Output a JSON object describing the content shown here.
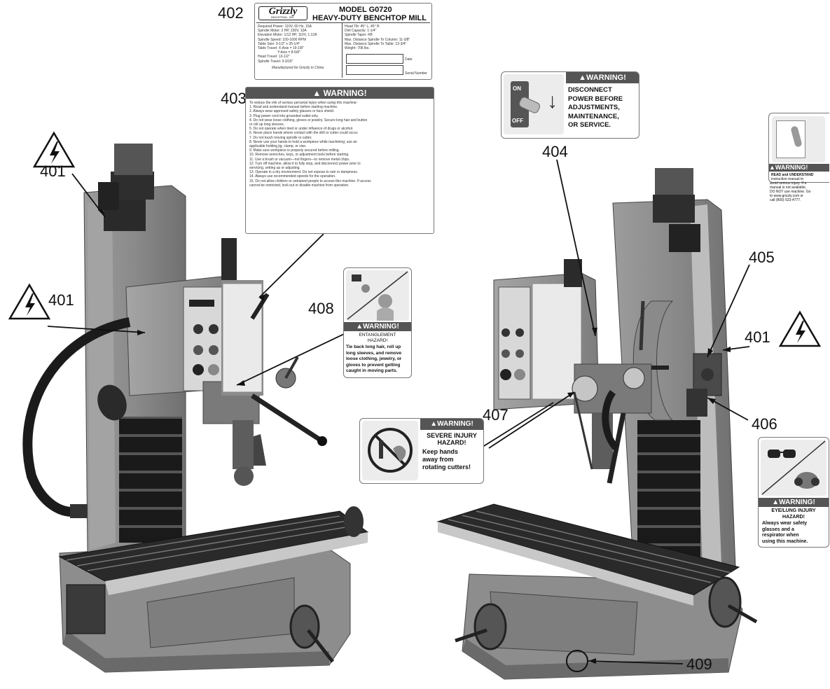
{
  "callouts": {
    "c401a": "401",
    "c401b": "401",
    "c401c": "401",
    "c402": "402",
    "c403": "403",
    "c404": "404",
    "c405": "405",
    "c406": "406",
    "c407": "407",
    "c408": "408",
    "c409": "409"
  },
  "id_label": {
    "brand": "Grizzly",
    "brand_sub": "INDUSTRIAL, INC.",
    "model": "MODEL G0720",
    "name": "HEAVY-DUTY BENCHTOP MILL",
    "left_specs": [
      "Required Power: 110V, 60 Hz, 15A",
      "Spindle Motor: 2 HP, 230V, 10A",
      "Elevation Motor: 1/12 HP, 110V, 1.12A",
      "Spindle Speed: 100-1600 RPM",
      "Table Size: 9-1/2\" x 35-1/4\"",
      "Table Travel: X-Axis = 19-1/8\"",
      "Y-Axis = 8-5/8\"",
      "Head Travel: 13-1/2\"",
      "Spindle Travel: 3-3/16\""
    ],
    "right_specs": [
      "Head Tilt: 45° L, 45° R",
      "Drill Capacity: 1-1/4\"",
      "Spindle Taper: R8",
      "Max. Distance Spindle To Column: 11-3/8\"",
      "Max. Distance Spindle To Table: 13-3/4\"",
      "Weight: 706 lbs."
    ],
    "made_in": "Manufactured for Grizzly in China",
    "date_label": "Date",
    "serial_label": "Serial Number"
  },
  "warn403": {
    "header": "WARNING!",
    "intro": "To reduce the risk of serious personal injury when using this machine:",
    "items": [
      "1. Read and understand manual before starting machine.",
      "2. Always wear approved safety glasses or face shield.",
      "3. Plug power cord into grounded outlet only.",
      "4. Do not wear loose clothing, gloves or jewelry. Secure long hair and button",
      "   or roll up long sleeves.",
      "5. Do not operate when tired or under influence of drugs or alcohol.",
      "6. Never place hands where contact with the drill or cutter could occur.",
      "7. Do not touch moving spindle or cutter.",
      "8. Never use your hands to hold a workpiece while machining; use an",
      "   applicable holding jig, clamp, or vise.",
      "9. Make sure workpiece is properly secured before milling.",
      "10. Remove wrenches, keys, or adjustment tools before starting.",
      "11. Use a brush or vacuum—not fingers—to remove metal chips.",
      "12. Turn off machine, allow it to fully stop, and disconnect power prior to",
      "    servicing, setting up or adjusting.",
      "13. Operate in a dry environment. Do not expose to rain or dampness.",
      "14. Always use recommended speeds for the operation.",
      "15. Do not allow children or untrained people to access this machine. If access",
      "    cannot be restricted, lock-out or disable machine from operation."
    ]
  },
  "warn404": {
    "header": "WARNING!",
    "switch_on": "ON",
    "switch_off": "OFF",
    "lines": [
      "DISCONNECT",
      "POWER BEFORE",
      "ADJUSTMENTS,",
      "MAINTENANCE,",
      "OR SERVICE."
    ]
  },
  "warn405": {
    "header": "WARNING!",
    "lines": [
      "READ and UNDERSTAND",
      "instruction manual to",
      "avoid serious injury. If a",
      "manual is not available,",
      "DO NOT use machine. Go",
      "to www.grizzly.com or",
      "call (800) 523-4777."
    ]
  },
  "warn406": {
    "header": "WARNING!",
    "title_lines": [
      "EYE/LUNG INJURY",
      "HAZARD!"
    ],
    "lines": [
      "Always wear safety",
      "glasses and a",
      "respirator when",
      "using this machine."
    ]
  },
  "warn407": {
    "header": "WARNING!",
    "title_lines": [
      "SEVERE INJURY",
      "HAZARD!"
    ],
    "lines": [
      "Keep hands",
      "away from",
      "rotating cutters!"
    ]
  },
  "warn408": {
    "header": "WARNING!",
    "title_lines": [
      "ENTANGLEMENT",
      "HAZARD!"
    ],
    "lines": [
      "Tie back long hair, roll up",
      "long sleeves, and remove",
      "loose clothing, jewelry, or",
      "gloves to prevent getting",
      "caught in moving parts."
    ]
  },
  "colors": {
    "machine_body": "#8e8e8e",
    "machine_dark": "#3a3a3a",
    "bellows": "#1e1e1e",
    "table": "#2b2b2b",
    "warning_header": "#555555",
    "line": "#111111"
  },
  "icons": [
    "electrical-hazard-icon",
    "warning-triangle-icon",
    "power-switch-icon",
    "manual-read-icon",
    "safety-glasses-icon",
    "respirator-icon",
    "no-hands-icon",
    "entanglement-icon"
  ]
}
